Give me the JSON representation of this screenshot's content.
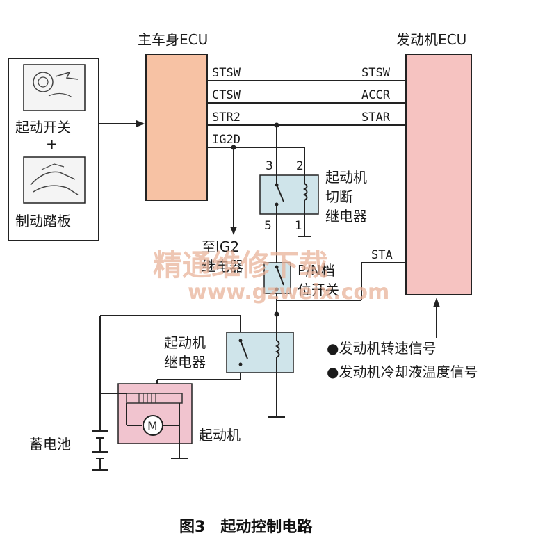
{
  "title": "图3　起动控制电路",
  "blocks": {
    "main_body_ecu": "主车身ECU",
    "engine_ecu": "发动机ECU",
    "start_switch": "起动开关",
    "plus": "+",
    "brake_pedal": "制动踏板",
    "cutoff_relay_1": "起动机",
    "cutoff_relay_2": "切断",
    "cutoff_relay_3": "继电器",
    "ig2_1": "至IG2",
    "ig2_2": "继电器",
    "pn_switch_1": "P/N档",
    "pn_switch_2": "位开关",
    "starter_relay_1": "起动机",
    "starter_relay_2": "继电器",
    "starter_motor": "起动机",
    "motor_symbol": "M",
    "battery": "蓄电池"
  },
  "signals": {
    "stsw_l": "STSW",
    "ctsw": "CTSW",
    "str2": "STR2",
    "ig2d": "IG2D",
    "stsw_r": "STSW",
    "accr": "ACCR",
    "star": "STAR",
    "sta": "STA"
  },
  "pins": {
    "p3": "3",
    "p2": "2",
    "p5": "5",
    "p1": "1"
  },
  "inputs": {
    "engine_speed": "●发动机转速信号",
    "coolant_temp": "●发动机冷却液温度信号"
  },
  "watermark": {
    "line1": "精通维修下载",
    "line2": "www.gzweix.com"
  },
  "colors": {
    "ecu_fill": "#f7c2a4",
    "relay_fill": "#cfe4ea",
    "motor_fill": "#f1c4cf"
  }
}
